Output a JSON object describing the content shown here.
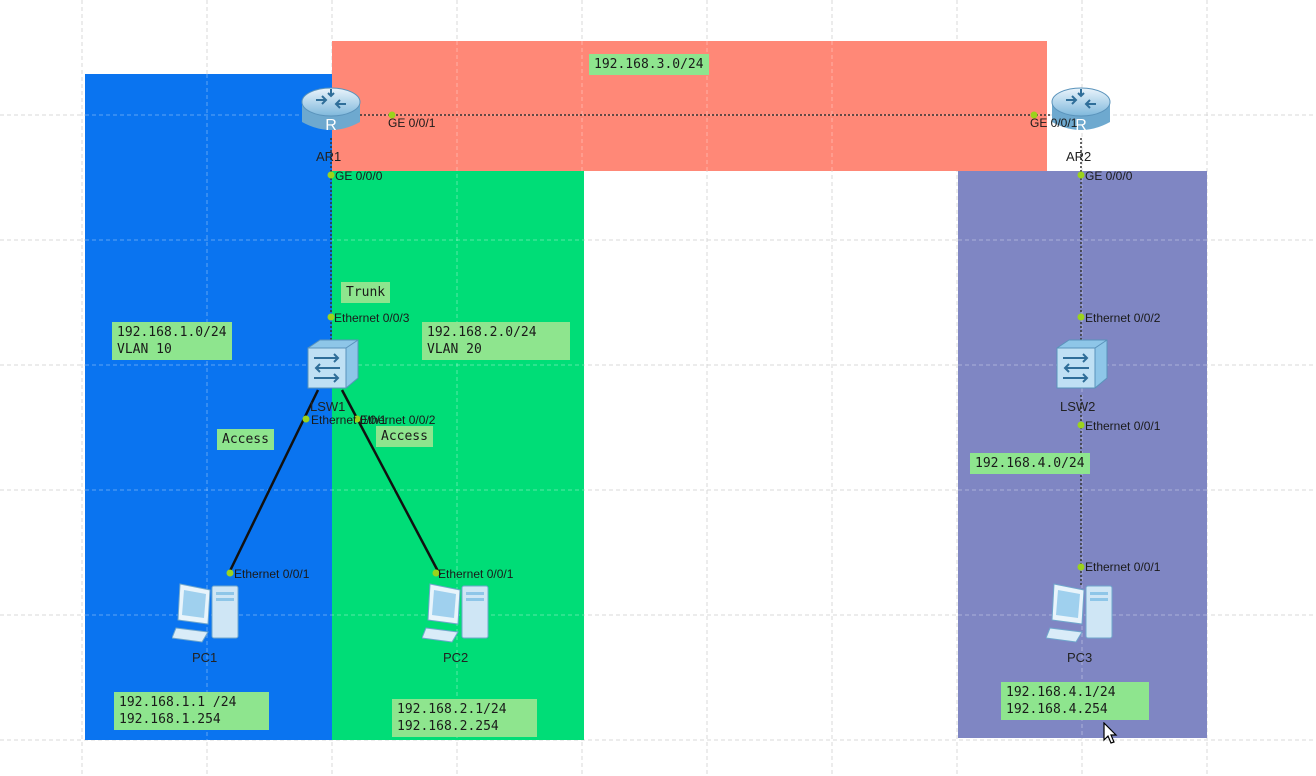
{
  "zones": {
    "vlan10_color": "#0a74f0",
    "vlan20_color": "#00dd77",
    "wan_color": "#ff8877",
    "site2_color": "#7f86c3"
  },
  "devices": {
    "ar1": "AR1",
    "ar2": "AR2",
    "lsw1": "LSW1",
    "lsw2": "LSW2",
    "pc1": "PC1",
    "pc2": "PC2",
    "pc3": "PC3"
  },
  "ports": {
    "ar1_ge001": "GE 0/0/1",
    "ar2_ge001": "GE 0/0/1",
    "ar1_ge000": "GE 0/0/0",
    "ar2_ge000": "GE 0/0/0",
    "lsw1_eth003": "Ethernet 0/0/3",
    "lsw1_eth001": "Ethernet 0/0/1",
    "lsw1_eth002": "Ethernet 0/0/2",
    "pc1_eth001": "Ethernet 0/0/1",
    "pc2_eth001": "Ethernet 0/0/1",
    "lsw2_eth002": "Ethernet 0/0/2",
    "lsw2_eth001": "Ethernet 0/0/1",
    "pc3_eth001": "Ethernet 0/0/1"
  },
  "labels": {
    "wan_subnet": "192.168.3.0/24",
    "trunk": "Trunk",
    "vlan10_subnet": "192.168.1.0/24",
    "vlan10_id": "VLAN 10",
    "vlan20_subnet": "192.168.2.0/24",
    "vlan20_id": "VLAN 20",
    "access_left": "Access",
    "access_right": "Access",
    "site2_subnet": "192.168.4.0/24",
    "pc1_ip": "192.168.1.1 /24",
    "pc1_gw": "192.168.1.254",
    "pc2_ip": "192.168.2.1/24",
    "pc2_gw": "192.168.2.254",
    "pc3_ip": "192.168.4.1/24",
    "pc3_gw": "192.168.4.254"
  }
}
